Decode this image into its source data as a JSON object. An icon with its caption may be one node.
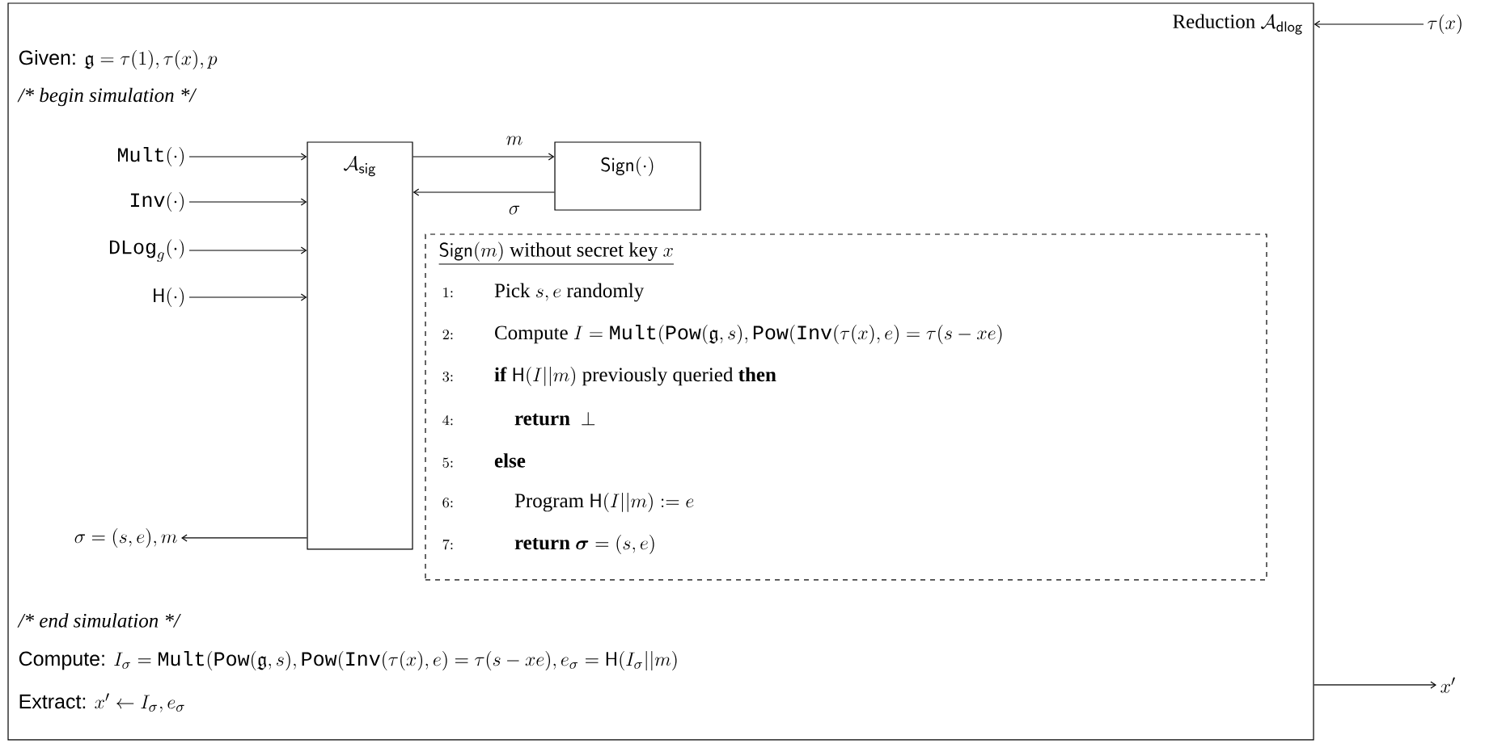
{
  "diagram": {
    "nodes": [
      {
        "text": [
          "\\textsc{Reduction}\\ \\mathcal{A}_{\\mathsf{dlog}}",
          "\\textsf{Given: }\\mathfrak{g} = \\tau(1), \\tau(x), p",
          "\\textit{/* begin simulation */}",
          "\\textit{/* end simulation */}",
          "\\textsf{Compute: }I_\\sigma = \\texttt{Mult}(\\texttt{Pow}(\\mathfrak{g}, s), \\texttt{Pow}(\\texttt{Inv}(\\tau(x), e) = \\tau(s-xe), e_\\sigma = \\mathsf{H}(I_\\sigma || m)",
          "\\textsf{Extract: }x' \\leftarrow I_\\sigma, e_\\sigma"
        ]
      },
      {
        "text": [
          "\\texttt{Mult}(\\cdot)"
        ],
        "in": 0
      },
      {
        "text": [
          "\\texttt{Inv}(\\cdot)"
        ],
        "in": 0
      },
      {
        "text": [
          "\\texttt{DLog}_g(\\cdot)"
        ],
        "in": 0
      },
      {
        "text": [
          "\\mathsf{H}(\\cdot)"
        ],
        "in": 0
      },
      {
        "text": [
          "\\mathcal{A}_{\\mathsf{sig}}"
        ],
        "in": 0
      },
      {
        "text": [
          "\\mathsf{Sign}(\\cdot)"
        ],
        "in": 0
      },
      {
        "text": [
          "\\underline{\\mathsf{Sign}(m)\\text{ without secret key }x}",
          "{\\scriptstyle 1:}\\qquad\\text{Pick } s, e\\text{ randomly}",
          "{\\scriptstyle 2:}\\qquad\\text{Compute } I = \\texttt{Mult}(\\texttt{Pow}(\\mathfrak{g}, s), \\texttt{Pow}(\\texttt{Inv}(\\tau(x), e) = \\tau(s - xe)",
          "{\\scriptstyle 3:}\\qquad\\textbf{if}\\ \\mathsf{H}(I||m)\\text{ previously queried }\\textbf{then}",
          "{\\scriptstyle 4:}\\qquad\\quad\\textbf{return}\\ \\perp",
          "{\\scriptstyle 5:}\\qquad\\textbf{else}",
          "{\\scriptstyle 6:}\\qquad\\quad\\text{Program }\\mathsf{H}(I||m) := e",
          "{\\scriptstyle 7:}\\qquad\\quad\\textbf{return}\\ \\boldsymbol{\\sigma} = (s, e)"
        ],
        "in": 0
      },
      {
        "text": [
          "\\sigma = (s, e), m"
        ],
        "in": 0
      },
      {
        "text": [
          "\\tau(x)"
        ]
      },
      {
        "text": [
          "x'"
        ]
      }
    ],
    "edges": [
      {
        "from": 1,
        "to": 5,
        "arrow": "to"
      },
      {
        "from": 2,
        "to": 5,
        "arrow": "to"
      },
      {
        "from": 3,
        "to": 5,
        "arrow": "to"
      },
      {
        "from": 4,
        "to": 5,
        "arrow": "to"
      },
      {
        "from": 5,
        "to": 6,
        "arrow": "to",
        "label": "m"
      },
      {
        "from": 6,
        "to": 5,
        "arrow": "to",
        "label": "\\sigma"
      },
      {
        "from": 5,
        "to": 8,
        "arrow": "to"
      },
      {
        "from": 9,
        "to": 0,
        "arrow": "to"
      },
      {
        "from": 0,
        "to": 10,
        "arrow": "to"
      }
    ]
  }
}
